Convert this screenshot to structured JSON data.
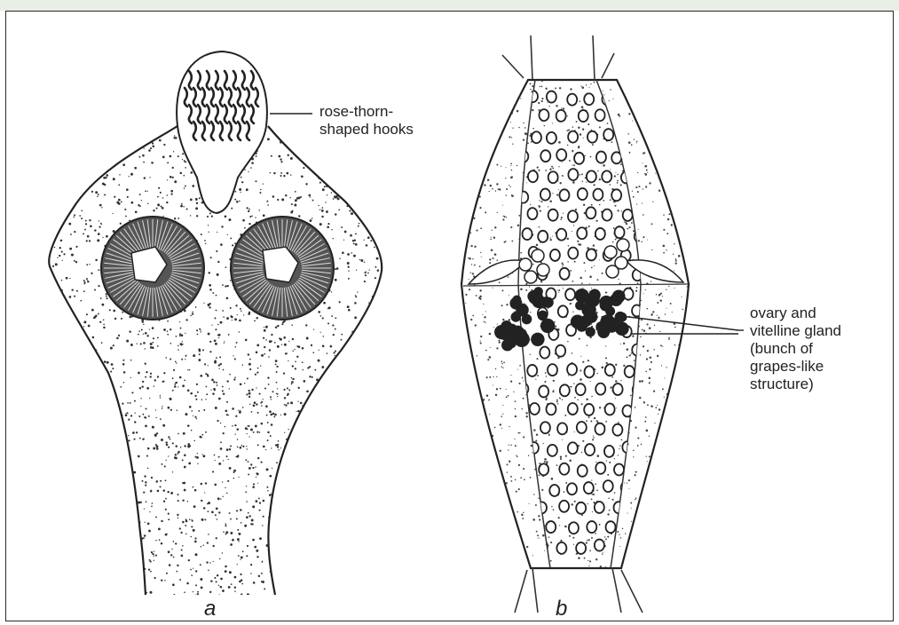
{
  "labels": {
    "hooks": "rose-thorn-\nshaped hooks",
    "ovary": "ovary and\nvitelline gland\n(bunch of\ngrapes-like\nstructure)"
  },
  "panels": {
    "a": "a",
    "b": "b"
  },
  "colors": {
    "ink": "#222222",
    "frame": "#2a2a2a",
    "watermark": "#e9efe4"
  }
}
